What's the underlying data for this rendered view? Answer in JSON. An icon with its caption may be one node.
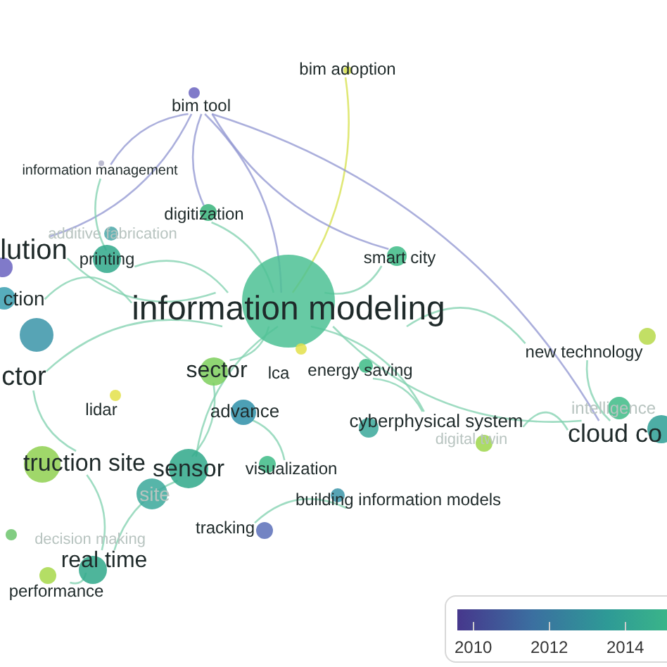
{
  "diagram": {
    "nodes": [
      {
        "text": [
          "bim adoption"
        ]
      },
      {
        "text": [
          "bim tool"
        ]
      },
      {
        "text": [
          "information management"
        ]
      },
      {
        "text": [
          "digitization"
        ]
      },
      {
        "text": [
          "additive fabrication"
        ]
      },
      {
        "text": [
          "lution"
        ]
      },
      {
        "text": [
          "printing"
        ]
      },
      {
        "text": [
          "smart city"
        ]
      },
      {
        "text": [
          "information modeling"
        ]
      },
      {
        "text": [
          "ction"
        ]
      },
      {
        "text": [
          "ctor"
        ]
      },
      {
        "text": [
          "sector"
        ]
      },
      {
        "text": [
          "lca"
        ]
      },
      {
        "text": [
          "energy saving"
        ]
      },
      {
        "text": [
          "new technology"
        ]
      },
      {
        "text": [
          "lidar"
        ]
      },
      {
        "text": [
          "advance"
        ]
      },
      {
        "text": [
          "cyberphysical system"
        ]
      },
      {
        "text": [
          "intelligence"
        ]
      },
      {
        "text": [
          "cloud co"
        ]
      },
      {
        "text": [
          "digital twin"
        ]
      },
      {
        "text": [
          "truction site"
        ]
      },
      {
        "text": [
          "sensor"
        ]
      },
      {
        "text": [
          "visualization"
        ]
      },
      {
        "text": [
          "site"
        ]
      },
      {
        "text": [
          "building information models"
        ]
      },
      {
        "text": [
          "tracking"
        ]
      },
      {
        "text": [
          "decision making"
        ]
      },
      {
        "text": [
          "real time"
        ]
      },
      {
        "text": [
          "performance"
        ]
      }
    ],
    "edges": [
      {
        "from": 0,
        "to": 8,
        "arrow": "none",
        "color": "#d6e04a"
      },
      {
        "from": 1,
        "to": 3,
        "arrow": "none",
        "color": "#8f94d0"
      },
      {
        "from": 1,
        "to": 8,
        "arrow": "none",
        "color": "#8f94d0"
      },
      {
        "from": 1,
        "to": 2,
        "arrow": "none",
        "color": "#8f94d0"
      },
      {
        "from": 1,
        "to": 5,
        "arrow": "none",
        "color": "#8f94d0"
      },
      {
        "from": 1,
        "to": 7,
        "arrow": "none",
        "color": "#8f94d0"
      },
      {
        "from": 1,
        "to": 19,
        "arrow": "none",
        "color": "#8f94d0"
      },
      {
        "from": 8,
        "to": 7,
        "arrow": "none"
      },
      {
        "from": 8,
        "to": 14,
        "arrow": "none"
      },
      {
        "from": 8,
        "to": 19,
        "arrow": "none"
      },
      {
        "from": 8,
        "to": 11,
        "arrow": "none"
      },
      {
        "from": 8,
        "to": 6,
        "arrow": "none"
      },
      {
        "from": 8,
        "to": 5,
        "arrow": "none"
      },
      {
        "from": 8,
        "to": 10,
        "arrow": "none"
      },
      {
        "from": 8,
        "to": 17,
        "arrow": "none"
      },
      {
        "from": 8,
        "to": 22,
        "arrow": "none"
      },
      {
        "from": 3,
        "to": 8,
        "arrow": "none"
      },
      {
        "from": 2,
        "to": 6,
        "arrow": "none"
      },
      {
        "from": 11,
        "to": 22,
        "arrow": "none"
      },
      {
        "from": 22,
        "to": 28,
        "arrow": "none"
      },
      {
        "from": 17,
        "to": 19,
        "arrow": "none"
      },
      {
        "from": 14,
        "to": 19,
        "arrow": "none"
      },
      {
        "from": 21,
        "to": 28,
        "arrow": "none"
      },
      {
        "from": 29,
        "to": 28,
        "arrow": "none"
      },
      {
        "from": 16,
        "to": 23,
        "arrow": "none"
      },
      {
        "from": 25,
        "to": 26,
        "arrow": "none"
      },
      {
        "from": 13,
        "to": 17,
        "arrow": "none"
      },
      {
        "from": 10,
        "to": 21,
        "arrow": "none"
      },
      {
        "from": 9,
        "to": 8,
        "arrow": "none"
      }
    ],
    "labels": [
      "2010",
      "2012",
      "2014"
    ]
  }
}
